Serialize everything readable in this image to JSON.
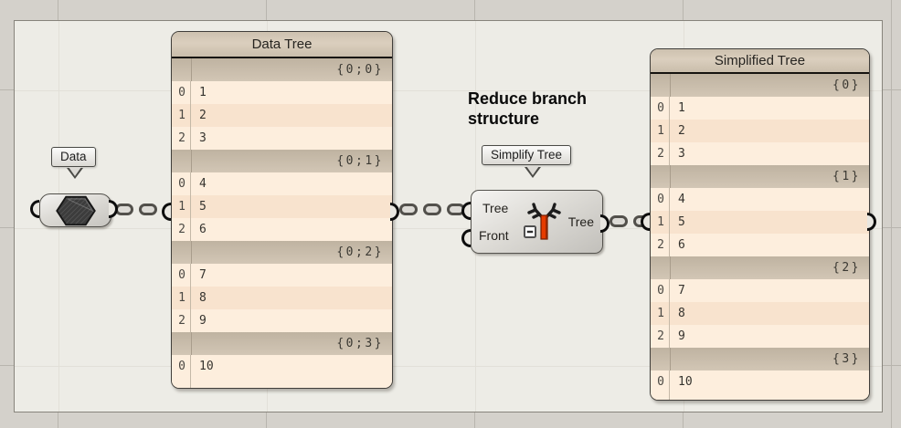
{
  "annotation": {
    "line1": "Reduce branch",
    "line2": "structure"
  },
  "data_param": {
    "tooltip": "Data",
    "icon": "hexagon-data-icon"
  },
  "simplify_component": {
    "tooltip": "Simplify Tree",
    "icon": "simplify-tree-icon",
    "inputs": [
      {
        "label": "Tree"
      },
      {
        "label": "Front"
      }
    ],
    "output": {
      "label": "Tree"
    }
  },
  "panels": {
    "data_tree": {
      "title": "Data Tree",
      "branches": [
        {
          "path": "{0;0}",
          "items": [
            "1",
            "2",
            "3"
          ]
        },
        {
          "path": "{0;1}",
          "items": [
            "4",
            "5",
            "6"
          ]
        },
        {
          "path": "{0;2}",
          "items": [
            "7",
            "8",
            "9"
          ]
        },
        {
          "path": "{0;3}",
          "items": [
            "10"
          ]
        }
      ]
    },
    "simplified_tree": {
      "title": "Simplified Tree",
      "branches": [
        {
          "path": "{0}",
          "items": [
            "1",
            "2",
            "3"
          ]
        },
        {
          "path": "{1}",
          "items": [
            "4",
            "5",
            "6"
          ]
        },
        {
          "path": "{2}",
          "items": [
            "7",
            "8",
            "9"
          ]
        },
        {
          "path": "{3}",
          "items": [
            "10"
          ]
        }
      ]
    }
  },
  "colors": {
    "canvas_bg": "#d4d1cb",
    "paper_bg": "#edece6",
    "panel_header": "#cfc3b2",
    "branch_band": "#c9bdac",
    "row_even": "#fdeedd",
    "row_odd": "#f8e3ce",
    "wire": "#52504b",
    "trunk_red": "#e63b00"
  }
}
